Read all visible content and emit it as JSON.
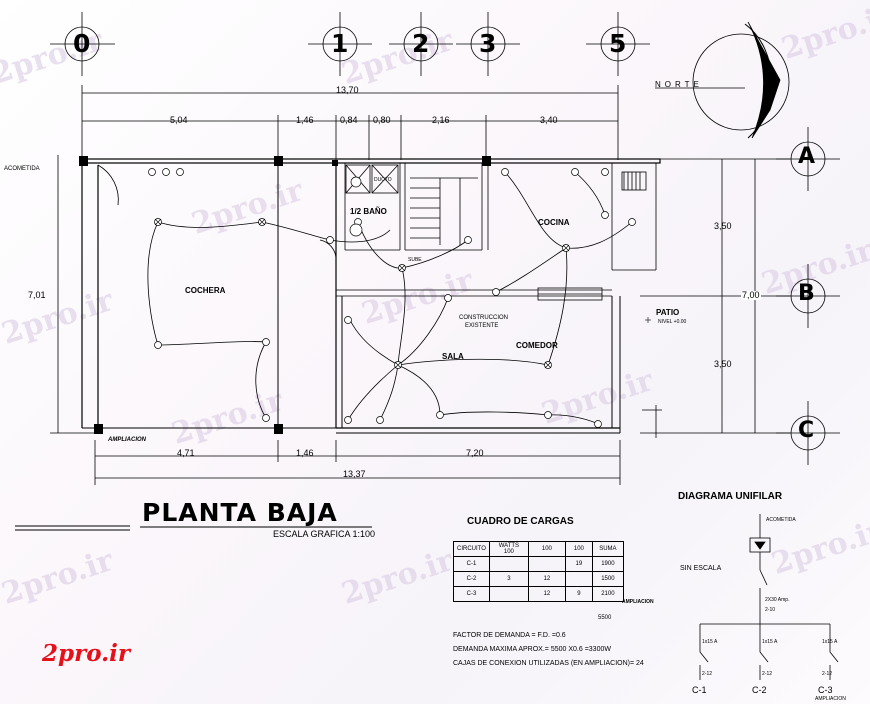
{
  "watermark": "2pro.ir",
  "brand": "2pro.ir",
  "axes": {
    "columns": [
      "0",
      "1",
      "2",
      "3",
      "5"
    ],
    "rows": [
      "A",
      "B",
      "C"
    ]
  },
  "north_label": "NORTE",
  "dimensions": {
    "top_total": "13,70",
    "top_segments": [
      "5,04",
      "1,46",
      "0,84",
      "0,80",
      "2,16",
      "3,40"
    ],
    "bottom_segments": [
      "4,71",
      "1,46",
      "7,20"
    ],
    "bottom_total": "13,37",
    "left_height": "7,01",
    "right_segments": [
      "3,50",
      "3,50"
    ],
    "right_total": "7,00"
  },
  "labels": {
    "acometida": "ACOMETIDA",
    "cochera": "COCHERA",
    "bano": "1/2 BAÑO",
    "ducto": "DUCTO",
    "sube": "SUBE",
    "cocina": "COCINA",
    "patio": "PATIO",
    "nivel": "NIVEL +0.00",
    "construccion": "CONSTRUCCION",
    "existente": "EXISTENTE",
    "sala": "SALA",
    "comedor": "COMEDOR",
    "ampliacion": "AMPLIACION"
  },
  "plan_title": "PLANTA BAJA",
  "plan_scale": "ESCALA GRAFICA 1:100",
  "cuadro": {
    "title": "CUADRO DE CARGAS",
    "header": {
      "circuito": "CIRCUITO",
      "watts": "WATTS",
      "w1": "100",
      "w2": "100",
      "w3": "100",
      "suma": "SUMA"
    },
    "rows": [
      {
        "c": "C-1",
        "a": "",
        "b": "",
        "d": "19",
        "s": "1900"
      },
      {
        "c": "C-2",
        "a": "3",
        "b": "12",
        "d": "",
        "s": "1500"
      },
      {
        "c": "C-3",
        "a": "",
        "b": "12",
        "d": "9",
        "s": "2100"
      }
    ],
    "ampliacion_note": "AMPLIACION",
    "total": "5500",
    "notes": [
      "FACTOR DE DEMANDA = F.D. =0.6",
      "DEMANDA MAXIMA APROX.= 5500 X0.6 =3300W",
      "CAJAS DE CONEXION UTILIZADAS (EN AMPLIACION)= 24"
    ]
  },
  "unifilar": {
    "title": "DIAGRAMA UNIFILAR",
    "acometida": "ACOMETIDA",
    "sin_escala": "SIN ESCALA",
    "main_rating": "2X30 Amp.",
    "main_wire": "2-10",
    "branches": [
      {
        "rating": "1x15 A",
        "wire": "2-12",
        "label": "C-1"
      },
      {
        "rating": "1x15 A",
        "wire": "2-12",
        "label": "C-2"
      },
      {
        "rating": "1x15 A",
        "wire": "2-12",
        "label": "C-3"
      }
    ],
    "ampliacion": "AMPLIACION"
  }
}
